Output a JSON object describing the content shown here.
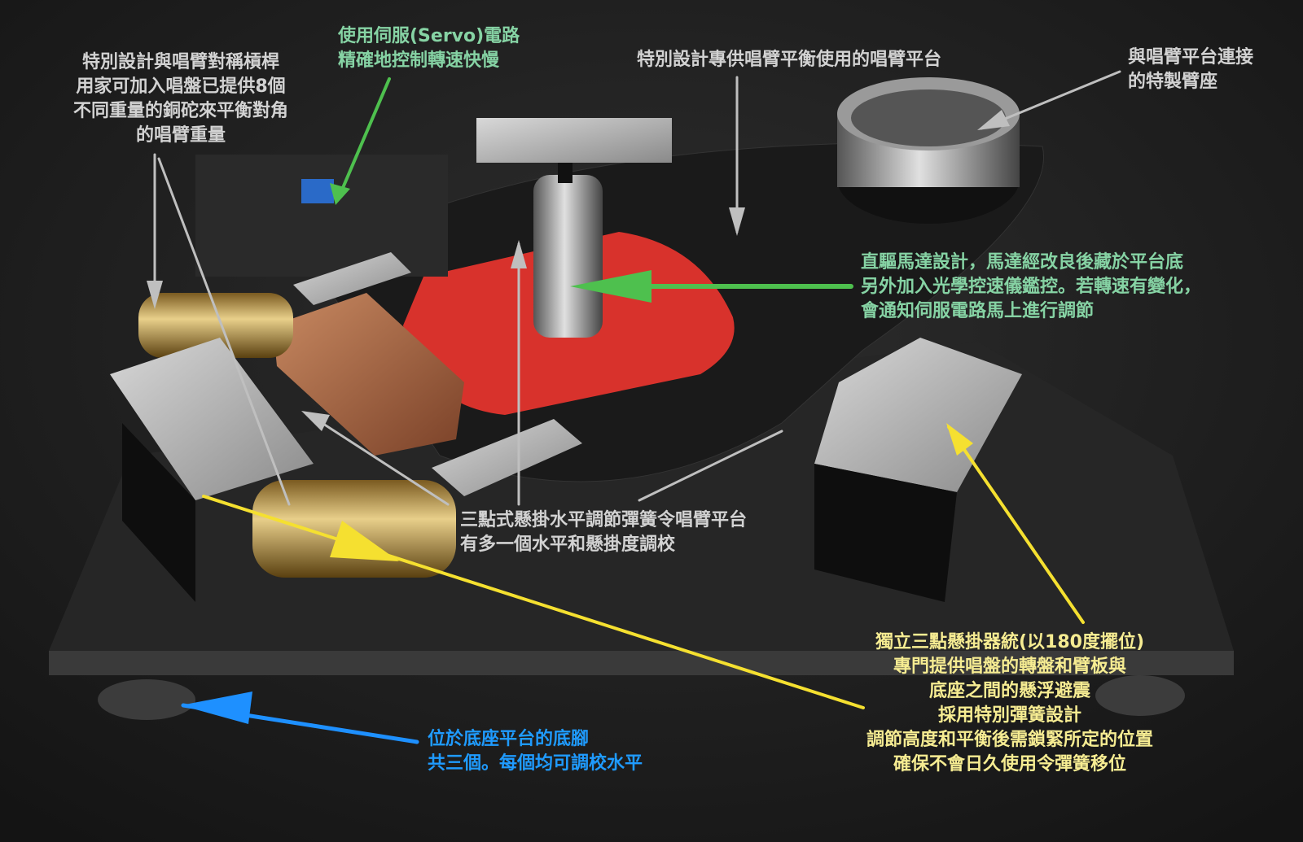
{
  "annotations": {
    "counterweight": {
      "lines": [
        "特別設計與唱臂對稱槓桿",
        "用家可加入唱盤已提供8個",
        "不同重量的銅砣來平衡對角",
        "的唱臂重量"
      ]
    },
    "servo": {
      "lines": [
        "使用伺服(Servo)電路",
        "精確地控制轉速快慢"
      ]
    },
    "arm_platform": {
      "lines": [
        "特別設計專供唱臂平衡使用的唱臂平台"
      ]
    },
    "arm_base": {
      "lines": [
        "與唱臂平台連接",
        "的特製臂座"
      ]
    },
    "motor": {
      "lines": [
        "直驅馬達設計，馬達經改良後藏於平台底",
        "另外加入光學控速儀鑑控。若轉速有變化，",
        "會通知伺服電路馬上進行調節"
      ]
    },
    "suspension_adjust": {
      "lines": [
        "三點式懸掛水平調節彈簧令唱臂平台",
        "有多一個水平和懸掛度調校"
      ]
    },
    "suspension_system": {
      "lines": [
        "獨立三點懸掛器統(以180度擺位)",
        "專門提供唱盤的轉盤和臂板與",
        "底座之間的懸浮避震",
        "採用特別彈簧設計",
        "調節高度和平衡後需鎖緊所定的位置",
        "確保不會日久使用令彈簧移位"
      ]
    },
    "feet": {
      "lines": [
        "位於底座平台的底腳",
        "共三個。每個均可調校水平"
      ]
    }
  },
  "colors": {
    "gray": "#d2d2d2",
    "green": "#4ec04e",
    "yellow": "#f5e030",
    "blue": "#1e90ff",
    "red_plate": "#d8322c"
  }
}
